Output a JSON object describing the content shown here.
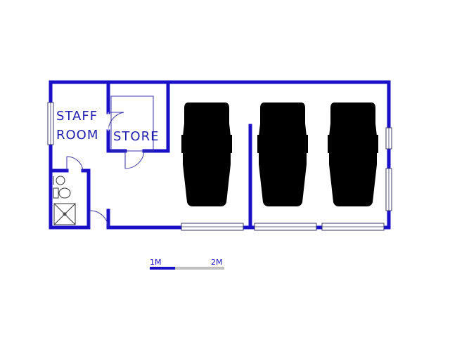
{
  "rooms": {
    "staff_room_line1": "STAFF",
    "staff_room_line2": "ROOM",
    "store": "STORE"
  },
  "scale_bar": {
    "label_1m": "1M",
    "label_2m": "2M"
  },
  "colors": {
    "wall": "#1a10c8",
    "scale_grey": "#c0c0c0"
  }
}
